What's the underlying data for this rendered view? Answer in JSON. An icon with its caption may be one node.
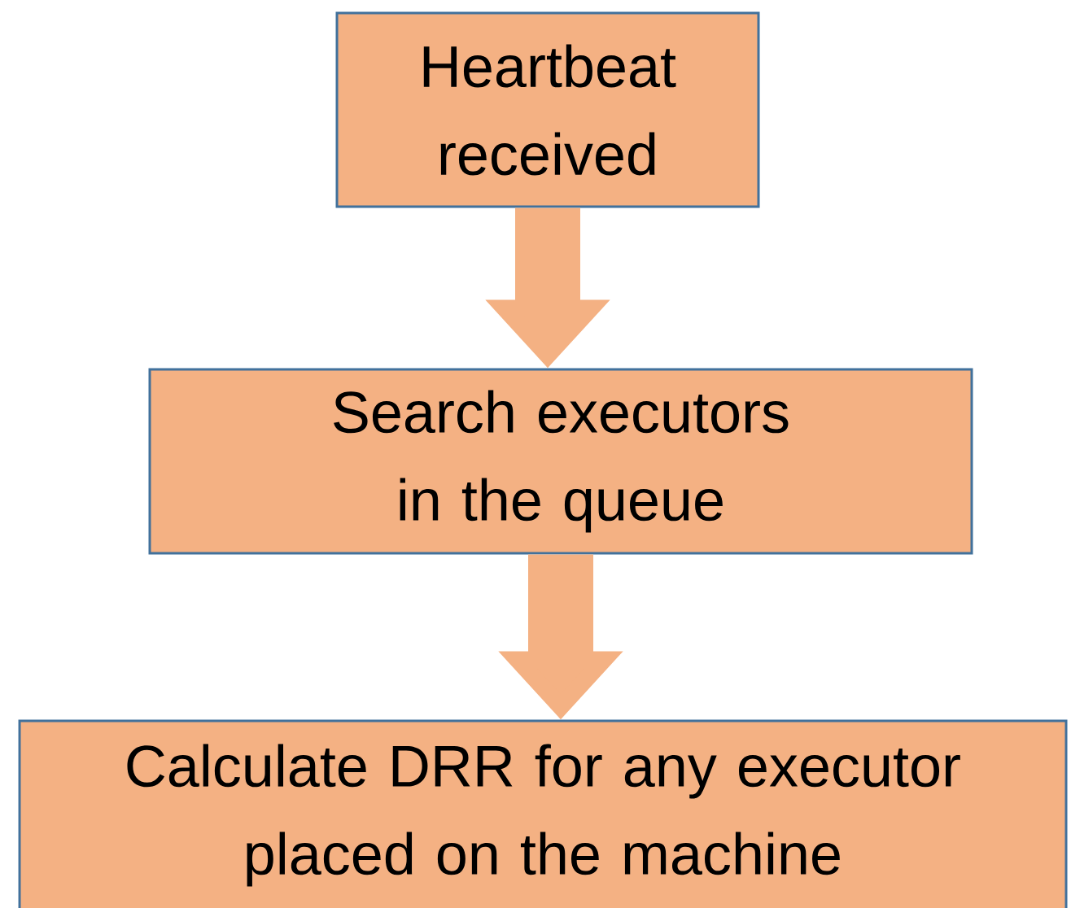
{
  "diagram": {
    "nodes": [
      {
        "text": [
          "Heartbeat received"
        ]
      },
      {
        "text": [
          "Search executors in the queue"
        ]
      },
      {
        "text": [
          "Calculate DRR for any executor placed on the machine"
        ]
      }
    ],
    "edges": [
      {
        "from": 0,
        "to": 1,
        "arrow": "to"
      },
      {
        "from": 1,
        "to": 2,
        "arrow": "to"
      }
    ]
  }
}
